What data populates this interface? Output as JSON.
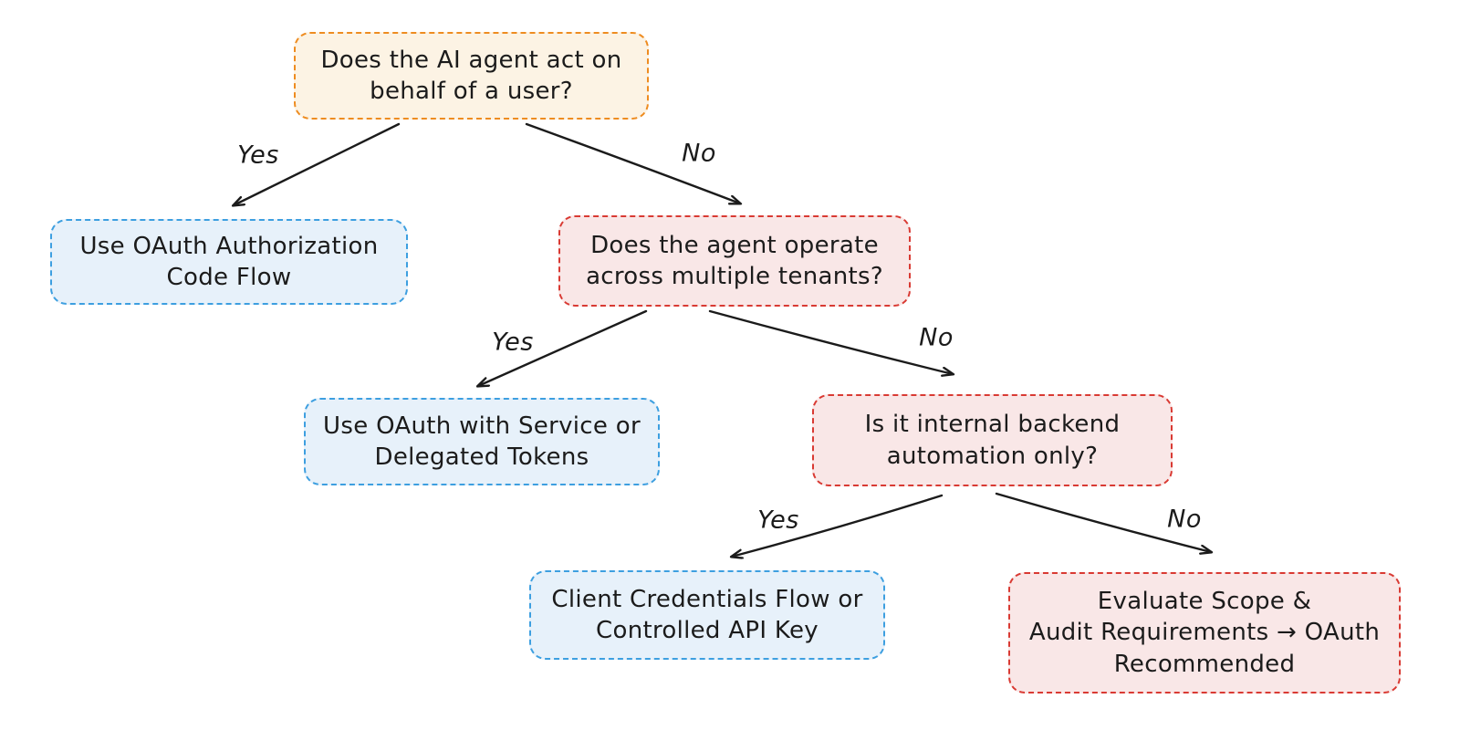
{
  "diagram": {
    "type": "decision-tree-flowchart",
    "nodes": [
      {
        "id": "q-acts-for-user",
        "role": "question",
        "variant": "orange",
        "text": "Does the AI agent act on\nbehalf of a user?"
      },
      {
        "id": "a-auth-code-flow",
        "role": "answer",
        "variant": "blue",
        "text": "Use OAuth Authorization\nCode Flow"
      },
      {
        "id": "q-multi-tenant",
        "role": "question",
        "variant": "red",
        "text": "Does the agent operate\nacross multiple tenants?"
      },
      {
        "id": "a-service-tokens",
        "role": "answer",
        "variant": "blue",
        "text": "Use OAuth with Service or\nDelegated Tokens"
      },
      {
        "id": "q-internal-automation",
        "role": "question",
        "variant": "red",
        "text": "Is it internal backend\nautomation only?"
      },
      {
        "id": "a-client-credentials",
        "role": "answer",
        "variant": "blue",
        "text": "Client Credentials Flow or\nControlled API Key"
      },
      {
        "id": "a-evaluate-scope",
        "role": "answer",
        "variant": "red",
        "text": "Evaluate Scope &\nAudit Requirements → OAuth\nRecommended"
      }
    ],
    "edges": [
      {
        "from": "q-acts-for-user",
        "to": "a-auth-code-flow",
        "label": "Yes"
      },
      {
        "from": "q-acts-for-user",
        "to": "q-multi-tenant",
        "label": "No"
      },
      {
        "from": "q-multi-tenant",
        "to": "a-service-tokens",
        "label": "Yes"
      },
      {
        "from": "q-multi-tenant",
        "to": "q-internal-automation",
        "label": "No"
      },
      {
        "from": "q-internal-automation",
        "to": "a-client-credentials",
        "label": "Yes"
      },
      {
        "from": "q-internal-automation",
        "to": "a-evaluate-scope",
        "label": "No"
      }
    ],
    "colors": {
      "canvas_bg": "#ffffff",
      "orange_border": "#ee8c20",
      "orange_bg": "#fcf3e4",
      "blue_border": "#3d9fe0",
      "blue_bg": "#e7f1fa",
      "red_border": "#d93a33",
      "red_bg": "#f9e7e7",
      "text": "#1b1b1b",
      "arrow": "#1b1b1b"
    }
  }
}
